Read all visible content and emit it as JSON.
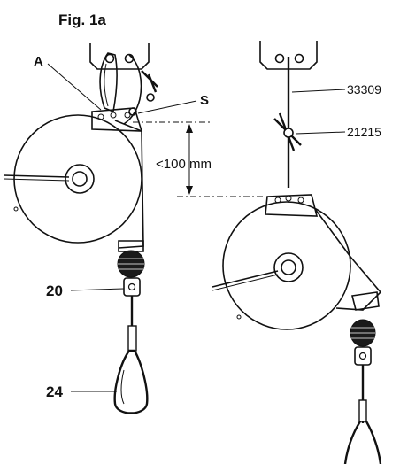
{
  "figure": {
    "title": "Fig. 1a",
    "labels": {
      "a": "A",
      "s": "S",
      "p33309": "33309",
      "p21215": "21215",
      "distance": "<100 mm",
      "p20": "20",
      "p24": "24"
    }
  }
}
